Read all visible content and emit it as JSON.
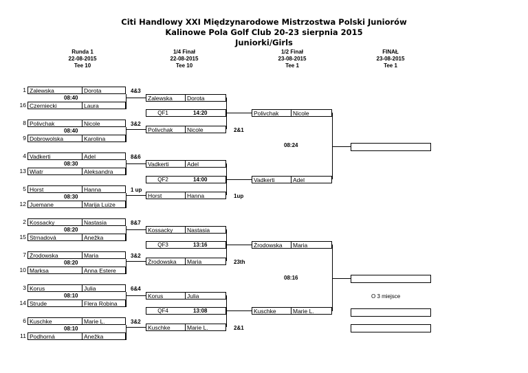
{
  "title": {
    "line1": "Citi Handlowy XXI Międzynarodowe Mistrzostwa Polski Juniorów",
    "line2": "Kalinowe Pola Golf Club 20-23 sierpnia 2015",
    "line3": "Juniorki/Girls"
  },
  "rounds": [
    {
      "name": "Runda 1",
      "date": "22-08-2015",
      "tee": "Tee 10"
    },
    {
      "name": "1/4 Finał",
      "date": "22-08-2015",
      "tee": "Tee 10"
    },
    {
      "name": "1/2 Finał",
      "date": "23-08-2015",
      "tee": "Tee 1"
    },
    {
      "name": "FINAŁ",
      "date": "23-08-2015",
      "tee": "Tee 1"
    }
  ],
  "r1": [
    {
      "seed": "1",
      "last": "Zalewska",
      "first": "Dorota"
    },
    {
      "seed": "16",
      "last": "Czerniecki",
      "first": "Laura"
    },
    {
      "seed": "8",
      "last": "Polivchak",
      "first": "Nicole"
    },
    {
      "seed": "9",
      "last": "Dobrowolska",
      "first": "Karolina"
    },
    {
      "seed": "4",
      "last": "Vadkerti",
      "first": "Adel"
    },
    {
      "seed": "13",
      "last": "Wiatr",
      "first": "Aleksandra"
    },
    {
      "seed": "5",
      "last": "Horst",
      "first": "Hanna"
    },
    {
      "seed": "12",
      "last": "Juemane",
      "first": "Marija Luize"
    },
    {
      "seed": "2",
      "last": "Kossacky",
      "first": "Nastasia"
    },
    {
      "seed": "15",
      "last": "Strnadová",
      "first": "Anežka"
    },
    {
      "seed": "7",
      "last": "Żrodowska",
      "first": "Maria"
    },
    {
      "seed": "10",
      "last": "Marksa",
      "first": "Anna Estere"
    },
    {
      "seed": "3",
      "last": "Korus",
      "first": "Julia"
    },
    {
      "seed": "14",
      "last": "Strude",
      "first": "Flera Robina"
    },
    {
      "seed": "6",
      "last": "Kuschke",
      "first": "Marie L."
    },
    {
      "seed": "11",
      "last": "Podhorná",
      "first": "Anežka"
    }
  ],
  "r1_times": [
    "08:40",
    "08:40",
    "08:30",
    "08:30",
    "08:20",
    "08:20",
    "08:10",
    "08:10"
  ],
  "r1_results": [
    "4&3",
    "3&2",
    "8&6",
    "1 up",
    "8&7",
    "3&2",
    "6&4",
    "3&2"
  ],
  "qf_players": [
    {
      "last": "Zalewska",
      "first": "Dorota"
    },
    {
      "last": "Polivchak",
      "first": "Nicole"
    },
    {
      "last": "Vadkerti",
      "first": "Adel"
    },
    {
      "last": "Horst",
      "first": "Hanna"
    },
    {
      "last": "Kossacky",
      "first": "Nastasia"
    },
    {
      "last": "Żrodowska",
      "first": "Maria"
    },
    {
      "last": "Korus",
      "first": "Julia"
    },
    {
      "last": "Kuschke",
      "first": "Marie L."
    }
  ],
  "qf_labels": [
    {
      "label": "QF1",
      "time": "14:20"
    },
    {
      "label": "QF2",
      "time": "14:00"
    },
    {
      "label": "QF3",
      "time": "13:16"
    },
    {
      "label": "QF4",
      "time": "13:08"
    }
  ],
  "qf_results": [
    "2&1",
    "1up",
    "23th",
    "2&1"
  ],
  "sf_players": [
    {
      "last": "Polivchak",
      "first": "Nicole"
    },
    {
      "last": "Vadkerti",
      "first": "Adel"
    },
    {
      "last": "Żrodowska",
      "first": "Maria"
    },
    {
      "last": "Kuschke",
      "first": "Marie L."
    }
  ],
  "sf_times": [
    "08:24",
    "08:16"
  ],
  "third_place": "O 3 miejsce"
}
